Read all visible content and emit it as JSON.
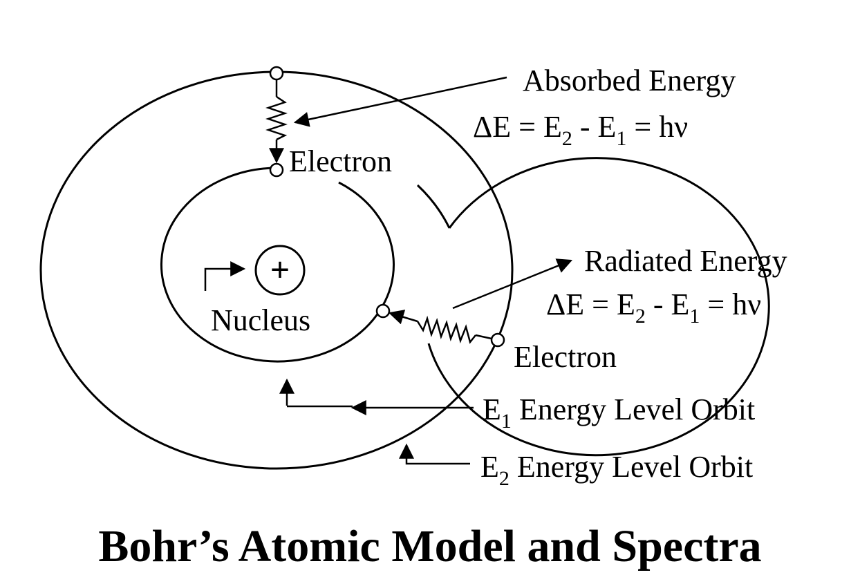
{
  "title": "Bohr’s Atomic Model and Spectra",
  "labels": {
    "absorbed_energy": "Absorbed Energy",
    "absorbed_formula": {
      "delta_e": "ΔE = E",
      "sub_2": "2",
      "minus_e": " - E",
      "sub_1": "1",
      "equals_hv": " = hν"
    },
    "radiated_energy": "Radiated Energy",
    "radiated_formula": {
      "delta_e": "ΔE = E",
      "sub_2": "2",
      "minus_e": " - E",
      "sub_1": "1",
      "equals_hv": " = hν"
    },
    "electron_top": "Electron",
    "electron_right": "Electron",
    "nucleus": "Nucleus",
    "nucleus_symbol": "+",
    "e1_orbit": {
      "prefix": "E",
      "sub": "1",
      "text": " Energy Level Orbit"
    },
    "e2_orbit": {
      "prefix": "E",
      "sub": "2",
      "text": " Energy Level Orbit"
    }
  },
  "colors": {
    "ink": "#000000",
    "background": "#ffffff"
  }
}
